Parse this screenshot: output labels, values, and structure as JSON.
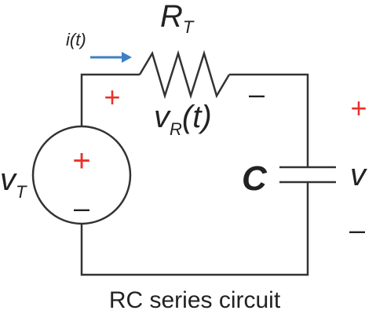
{
  "labels": {
    "current": "i(t)",
    "resistor_main": "R",
    "resistor_sub": "T",
    "resistor_voltage_main": "v",
    "resistor_voltage_sub": "R",
    "resistor_voltage_tail": "(t)",
    "source_main": "v",
    "source_sub": "T",
    "capacitor": "C",
    "capacitor_voltage": "v",
    "caption": "RC series circuit"
  },
  "signs": {
    "plus": "+",
    "minus": "–"
  },
  "colors": {
    "wire": "#333333",
    "polarity_plus": "#e8332a",
    "current_arrow": "#3f7fc6"
  }
}
